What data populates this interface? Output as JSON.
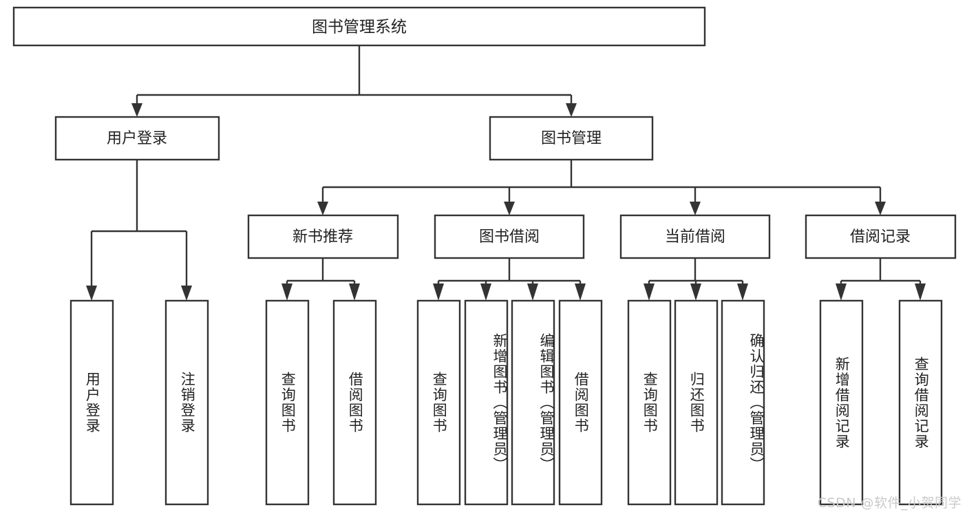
{
  "diagram": {
    "type": "tree-hierarchy-functional-decomposition",
    "title": "图书管理系统",
    "levels": [
      {
        "level": 1,
        "nodes": [
          {
            "id": "root",
            "label": "图书管理系统"
          }
        ]
      },
      {
        "level": 2,
        "nodes": [
          {
            "id": "user-login",
            "label": "用户登录",
            "parent": "root"
          },
          {
            "id": "book-manage",
            "label": "图书管理",
            "parent": "root"
          }
        ]
      },
      {
        "level": 3,
        "nodes": [
          {
            "id": "new-book-rec",
            "label": "新书推荐",
            "parent": "book-manage"
          },
          {
            "id": "book-borrow",
            "label": "图书借阅",
            "parent": "book-manage"
          },
          {
            "id": "current-borrow",
            "label": "当前借阅",
            "parent": "book-manage"
          },
          {
            "id": "borrow-record",
            "label": "借阅记录",
            "parent": "book-manage"
          }
        ]
      },
      {
        "level": 4,
        "nodes": [
          {
            "id": "leaf-1",
            "label": "用户登录",
            "parent": "user-login"
          },
          {
            "id": "leaf-2",
            "label": "注销登录",
            "parent": "user-login"
          },
          {
            "id": "leaf-3",
            "label": "查询图书",
            "parent": "new-book-rec"
          },
          {
            "id": "leaf-4",
            "label": "借阅图书",
            "parent": "new-book-rec"
          },
          {
            "id": "leaf-5",
            "label": "查询图书",
            "parent": "book-borrow"
          },
          {
            "id": "leaf-6",
            "label": "新增图书（管理员）",
            "parent": "book-borrow"
          },
          {
            "id": "leaf-7",
            "label": "编辑图书（管理员）",
            "parent": "book-borrow"
          },
          {
            "id": "leaf-8",
            "label": "借阅图书",
            "parent": "book-borrow"
          },
          {
            "id": "leaf-9",
            "label": "查询图书",
            "parent": "current-borrow"
          },
          {
            "id": "leaf-10",
            "label": "归还图书",
            "parent": "current-borrow"
          },
          {
            "id": "leaf-11",
            "label": "确认归还（管理员）",
            "parent": "current-borrow"
          },
          {
            "id": "leaf-12",
            "label": "新增借阅记录",
            "parent": "borrow-record"
          },
          {
            "id": "leaf-13",
            "label": "查询借阅记录",
            "parent": "borrow-record"
          }
        ]
      }
    ],
    "colors": {
      "box_stroke": "#333333",
      "box_fill": "#ffffff",
      "text": "#222222",
      "connector": "#333333",
      "background": "#ffffff",
      "watermark": "#c9c9c9"
    }
  },
  "watermark": {
    "text": "CSDN @软件_小贺同学"
  }
}
